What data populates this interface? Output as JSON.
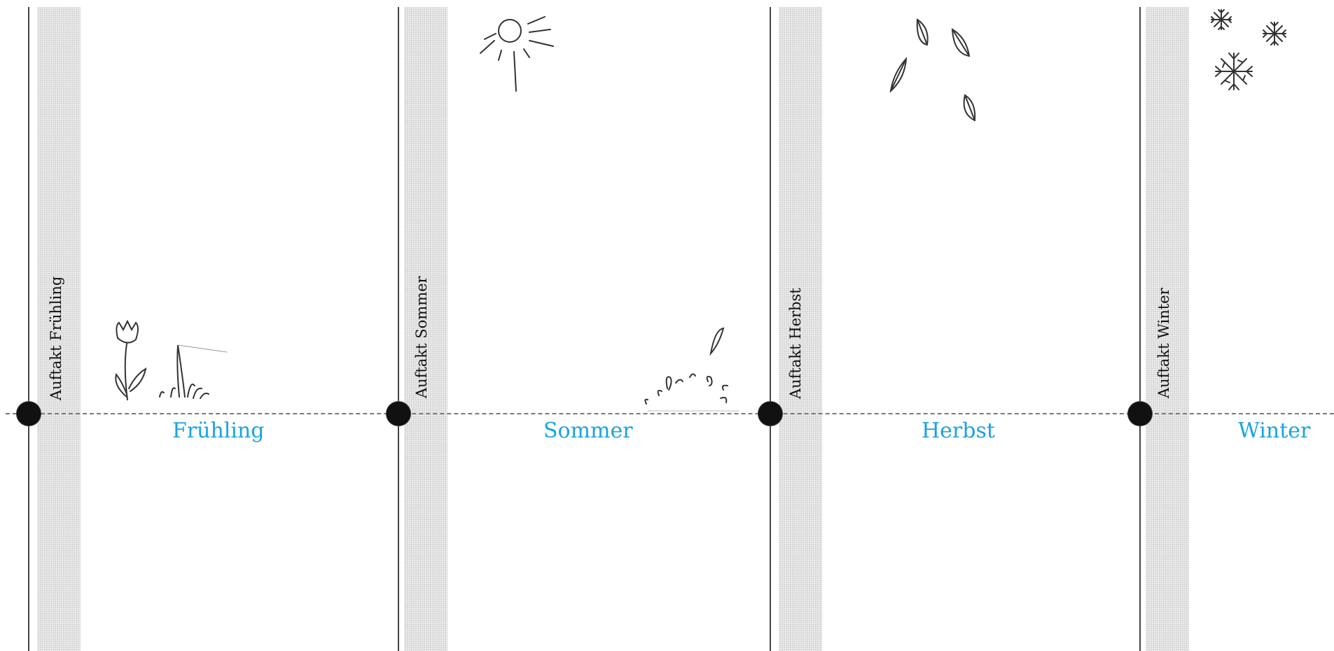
{
  "timeline": {
    "sections": [
      {
        "marker_label": "Auftakt Frühling",
        "season_label": "Frühling",
        "doodle": "tulip-and-grass"
      },
      {
        "marker_label": "Auftakt Sommer",
        "season_label": "Sommer",
        "doodle": "sun-and-splash"
      },
      {
        "marker_label": "Auftakt Herbst",
        "season_label": "Herbst",
        "doodle": "falling-leaves"
      },
      {
        "marker_label": "Auftakt Winter",
        "season_label": "Winter",
        "doodle": "snowflakes"
      }
    ],
    "colors": {
      "season_label": "#1aa3e0",
      "marker_dot": "#111111",
      "band": "#d6d6d6",
      "axis": "#7a7a7a"
    }
  }
}
